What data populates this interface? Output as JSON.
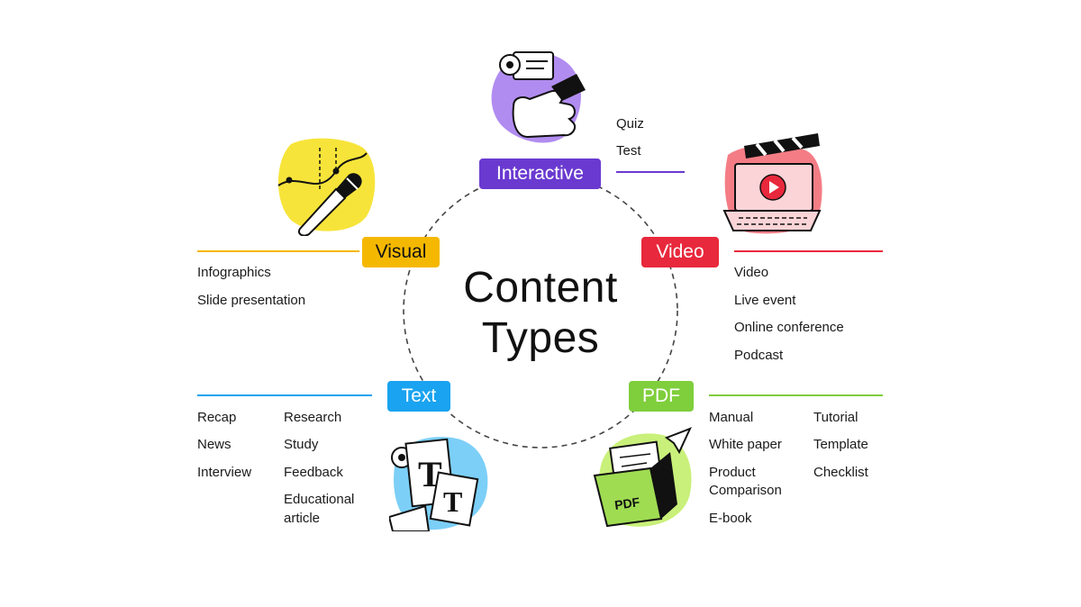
{
  "title_line1": "Content",
  "title_line2": "Types",
  "colors": {
    "interactive": "#6a3ad0",
    "video": "#e8283c",
    "visual": "#f5b800",
    "text": "#1aa3f0",
    "pdf": "#7fce3c"
  },
  "categories": {
    "interactive": {
      "label": "Interactive",
      "items": [
        "Quiz",
        "Test"
      ]
    },
    "visual": {
      "label": "Visual",
      "items": [
        "Infographics",
        "Slide presentation"
      ]
    },
    "video": {
      "label": "Video",
      "items": [
        "Video",
        "Live event",
        "Online conference",
        "Podcast"
      ]
    },
    "text": {
      "label": "Text",
      "col1": [
        "Recap",
        "News",
        "Interview"
      ],
      "col2": [
        "Research",
        "Study",
        "Feedback",
        "Educational",
        "article"
      ]
    },
    "pdf": {
      "label": "PDF",
      "col1": [
        "Manual",
        "White paper",
        "Product",
        "Comparison",
        "E-book"
      ],
      "col2": [
        "Tutorial",
        "Template",
        "Checklist"
      ]
    }
  },
  "illustrations": {
    "interactive": "hand-pointing-illustration",
    "visual": "paintbrush-illustration",
    "video": "clapperboard-laptop-illustration",
    "text": "text-document-illustration",
    "pdf": "pdf-folder-illustration"
  }
}
